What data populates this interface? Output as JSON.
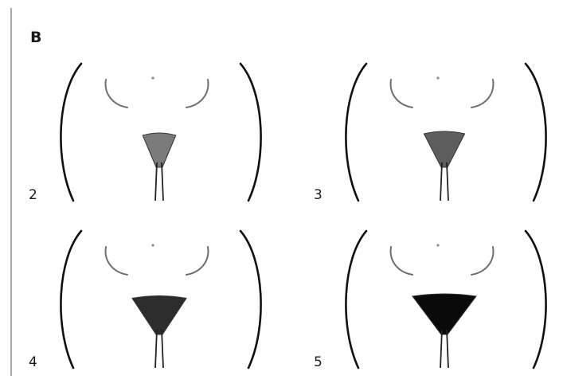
{
  "panel_label": "B",
  "stages": [
    {
      "number": "2",
      "hair_level": 0.2
    },
    {
      "number": "3",
      "hair_level": 0.4
    },
    {
      "number": "4",
      "hair_level": 0.75
    },
    {
      "number": "5",
      "hair_level": 1.0
    }
  ],
  "colors": {
    "line": "#111111",
    "groin_line": "#6f6f6f",
    "divider": "#8a8a8a",
    "background": "#ffffff"
  }
}
